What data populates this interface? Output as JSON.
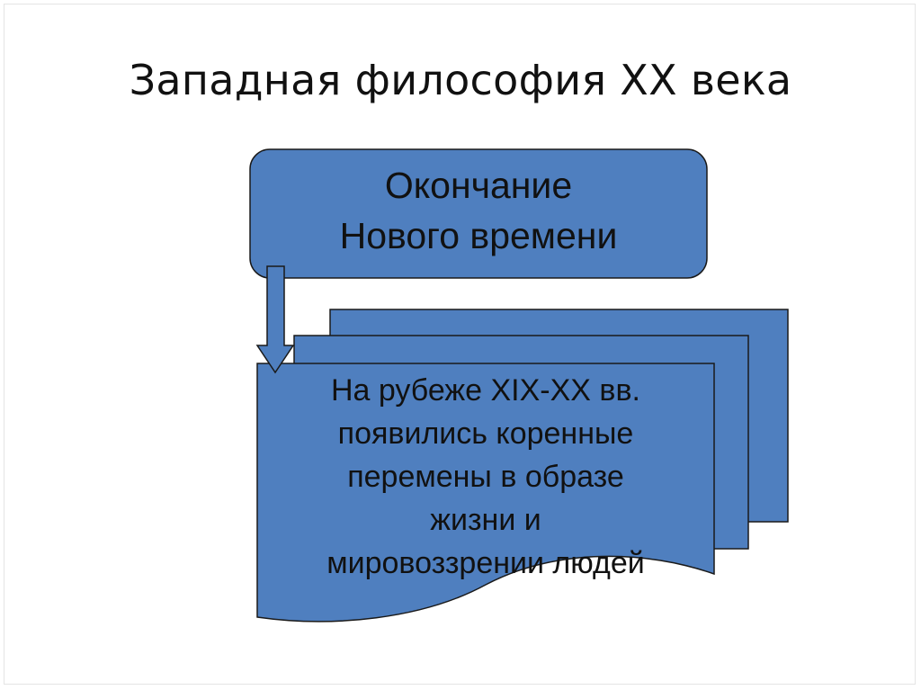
{
  "slide": {
    "title": "Западная философия XX века"
  },
  "top_box": {
    "lines": [
      "Окончание",
      "Нового времени"
    ]
  },
  "document": {
    "lines": [
      "На рубеже XIX-XX вв.",
      "появились коренные",
      "перемены в образе",
      "жизни и",
      "мировоззрении людей"
    ]
  },
  "colors": {
    "shape_fill": "#4f7fbf",
    "shape_stroke": "#1a1a1a",
    "text": "#111111"
  }
}
